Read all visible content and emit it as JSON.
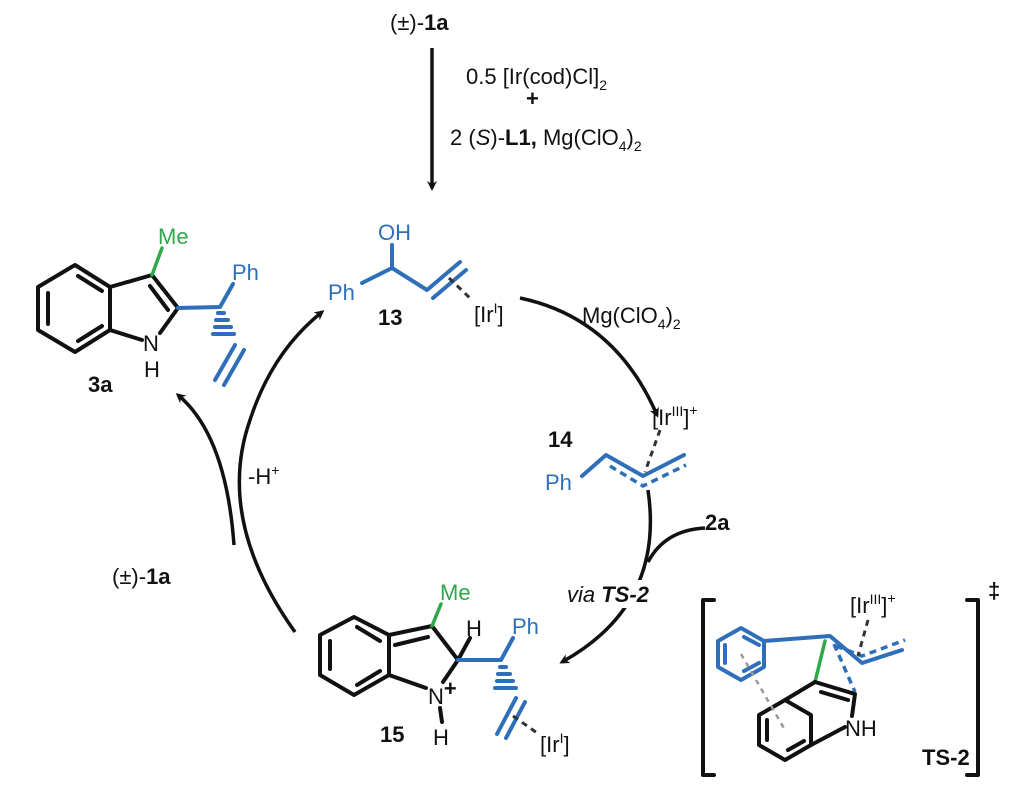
{
  "top": {
    "reagent_prefix": "(±)-",
    "reagent_bold": "1a",
    "cond1_main": "0.5 [Ir(cod)Cl]",
    "cond1_sub": "2",
    "plus": "+",
    "cond2_a": "2 (",
    "cond2_italic": "S",
    "cond2_b": ")-",
    "cond2_bold": "L1,",
    "cond2_c": " Mg(ClO",
    "cond2_sub1": "4",
    "cond2_d": ")",
    "cond2_sub2": "2"
  },
  "compounds": {
    "c3a": {
      "label": "3a",
      "me": "Me",
      "ph": "Ph",
      "n": "N",
      "h": "H"
    },
    "c13": {
      "label": "13",
      "oh": "OH",
      "ph": "Ph",
      "ir": "[Ir",
      "ir_sup": "I",
      "ir_close": "]"
    },
    "c14": {
      "label": "14",
      "ph": "Ph",
      "ir": "[Ir",
      "ir_sup": "III",
      "ir_close": "]",
      "charge": "+"
    },
    "c15": {
      "label": "15",
      "me": "Me",
      "ph": "Ph",
      "h_top": "H",
      "n": "N",
      "charge": "+",
      "h": "H",
      "ir": "[Ir",
      "ir_sup": "I",
      "ir_close": "]"
    },
    "ts2": {
      "label": "TS-2",
      "dagger": "‡",
      "ir": "[Ir",
      "ir_sup": "III",
      "ir_close": "]",
      "charge": "+",
      "nh": "NH"
    }
  },
  "steps": {
    "mg_main": "Mg(ClO",
    "mg_sub1": "4",
    "mg_close": ")",
    "mg_sub2": "2",
    "reagent_2a": "2a",
    "via": "via ",
    "via_ts": "TS-2",
    "deprot": "-H",
    "deprot_sup": "+",
    "left_reagent_prefix": "(±)-",
    "left_reagent_bold": "1a"
  },
  "colors": {
    "blue": "#2f6fba",
    "green": "#2fa84a",
    "black": "#111111"
  }
}
